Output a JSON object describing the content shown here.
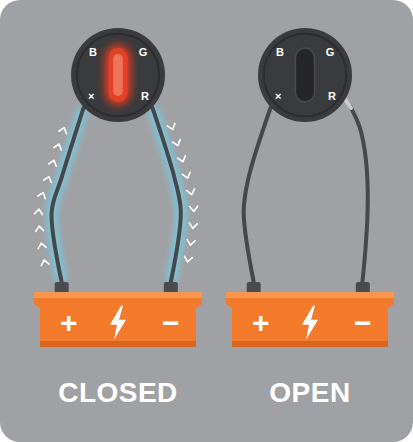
{
  "diagram": {
    "nodes": [
      {
        "text": [
          "B",
          "G",
          "×",
          "R"
        ]
      },
      {
        "text": [
          "+",
          "−"
        ]
      },
      {
        "text": [
          "B",
          "G",
          "×",
          "R"
        ]
      },
      {
        "text": [
          "+",
          "−"
        ]
      }
    ],
    "edges": [
      {
        "from": 1,
        "to": 0,
        "arrow": "to"
      },
      {
        "from": 0,
        "to": 1,
        "arrow": "to"
      },
      {
        "from": 3,
        "to": 2,
        "arrow": "none"
      }
    ],
    "labels": [
      "CLOSED",
      "OPEN"
    ]
  }
}
